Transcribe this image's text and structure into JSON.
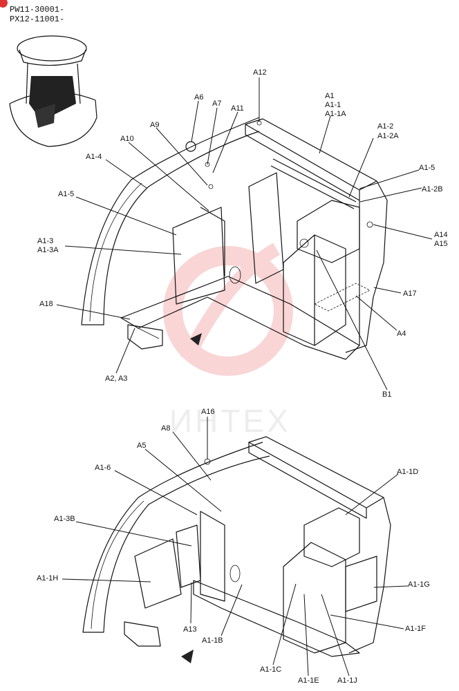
{
  "header": {
    "serial_1": "PW11-30001-",
    "serial_2": "PX12-11001-"
  },
  "watermark": {
    "text": "ИНТЕХ",
    "color": "#f08a8a"
  },
  "top_labels": {
    "a12": "A12",
    "a1": "A1",
    "a1_1": "A1-1",
    "a1_1a": "A1-1A",
    "a6": "A6",
    "a7": "A7",
    "a11": "A11",
    "a9": "A9",
    "a10": "A10",
    "a1_4": "A1-4",
    "a1_2": "A1-2",
    "a1_2a": "A1-2A",
    "a1_5_right": "A1-5",
    "a1_2b": "A1-2B",
    "a1_5_left": "A1-5",
    "a1_3": "A1-3",
    "a1_3a": "A1-3A",
    "a14": "A14",
    "a15": "A15",
    "a17": "A17",
    "a18": "A18",
    "a4": "A4",
    "a2_a3": "A2, A3",
    "b1": "B1"
  },
  "bottom_labels": {
    "a16": "A16",
    "a8": "A8",
    "a5": "A5",
    "a1_6": "A1-6",
    "a1_1d": "A1-1D",
    "a1_3b": "A1-3B",
    "a1_1h": "A1-1H",
    "a1_1g": "A1-1G",
    "a1_1f": "A1-1F",
    "a13": "A13",
    "a1_1b": "A1-1B",
    "a1_1c": "A1-1C",
    "a1_1e": "A1-1E",
    "a1_1j": "A1-1J"
  }
}
